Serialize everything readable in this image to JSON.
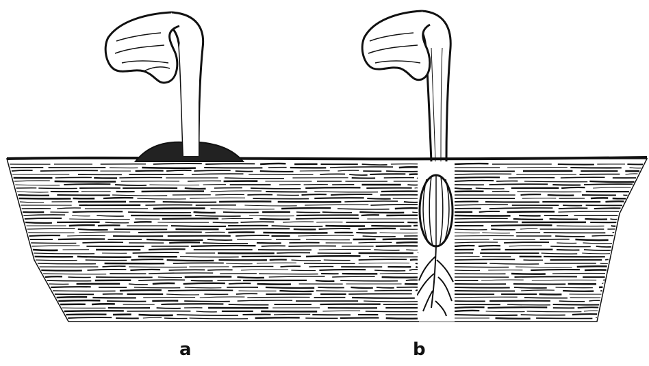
{
  "figure": {
    "panels": [
      {
        "id": "a",
        "label": "a"
      },
      {
        "id": "b",
        "label": "b"
      }
    ]
  },
  "colors": {
    "ink": "#111111",
    "background": "#ffffff"
  }
}
